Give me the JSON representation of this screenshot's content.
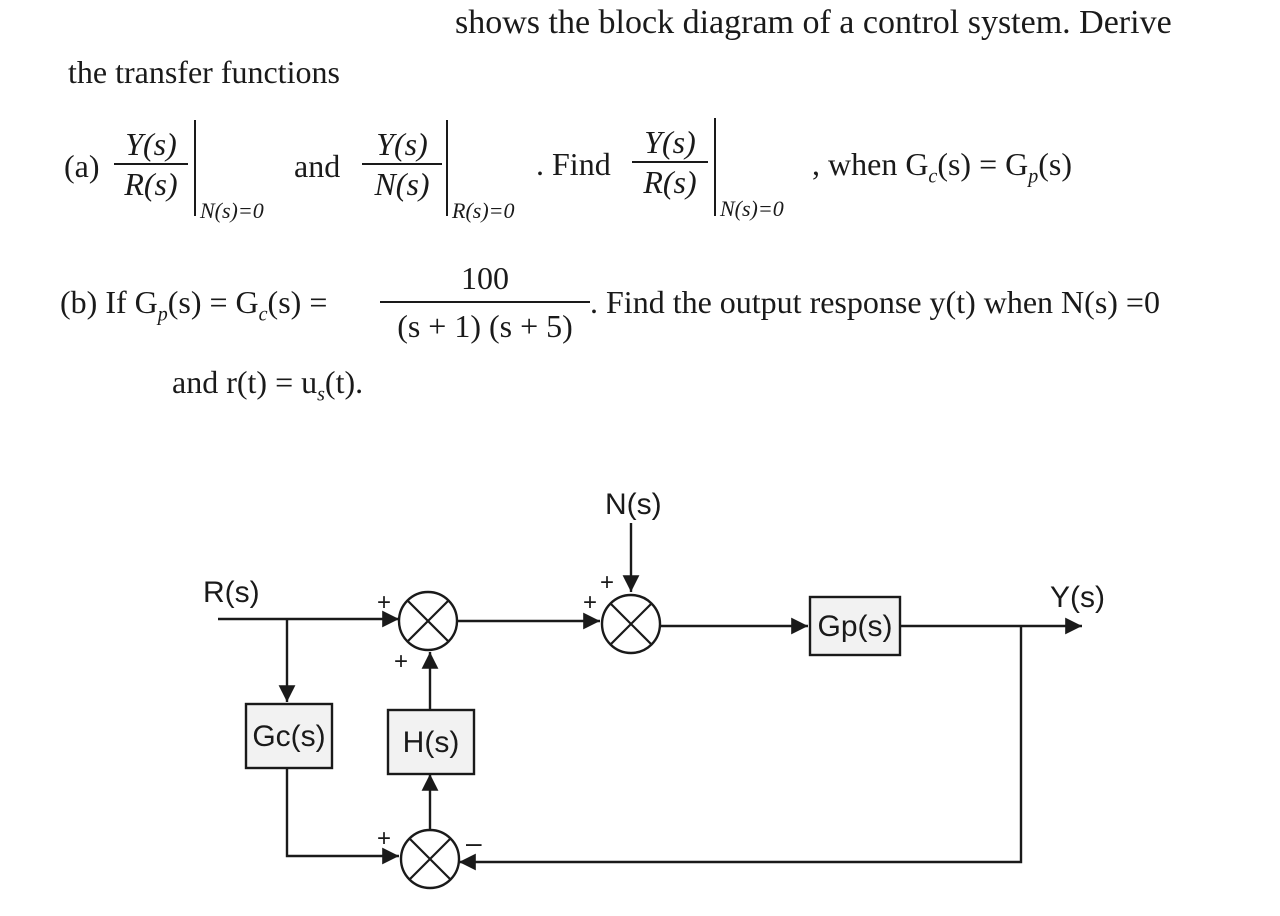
{
  "text": {
    "line1": "shows the block diagram of a control system. Derive",
    "line2": "the transfer functions",
    "part_a": {
      "label": "(a)",
      "frac1_num": "Y(s)",
      "frac1_den": "R(s)",
      "frac1_cond": "N(s)=0",
      "and": "and",
      "frac2_num": "Y(s)",
      "frac2_den": "N(s)",
      "frac2_cond": "R(s)=0",
      "find": ". Find",
      "frac3_num": "Y(s)",
      "frac3_den": "R(s)",
      "frac3_cond": "N(s)=0",
      "when": ", when G",
      "when_sub1": "c",
      "when_mid": "(s) = G",
      "when_sub2": "p",
      "when_end": "(s)"
    },
    "part_b": {
      "pre": "(b) If G",
      "sub1": "p",
      "mid1": "(s) = G",
      "sub2": "c",
      "mid2": "(s) =",
      "frac_num": "100",
      "frac_den": "(s + 1) (s + 5)",
      "post": ". Find  the output response y(t) when N(s) =0",
      "line2_pre": "and r(t) = u",
      "line2_sub": "s",
      "line2_post": "(t)."
    }
  },
  "diagram": {
    "input_label": "R(s)",
    "output_label": "Y(s)",
    "disturbance_label": "N(s)",
    "block_gc": "Gc(s)",
    "block_h": "H(s)",
    "block_gp": "Gp(s)",
    "sign_plus": "+",
    "sign_minus": "–"
  }
}
